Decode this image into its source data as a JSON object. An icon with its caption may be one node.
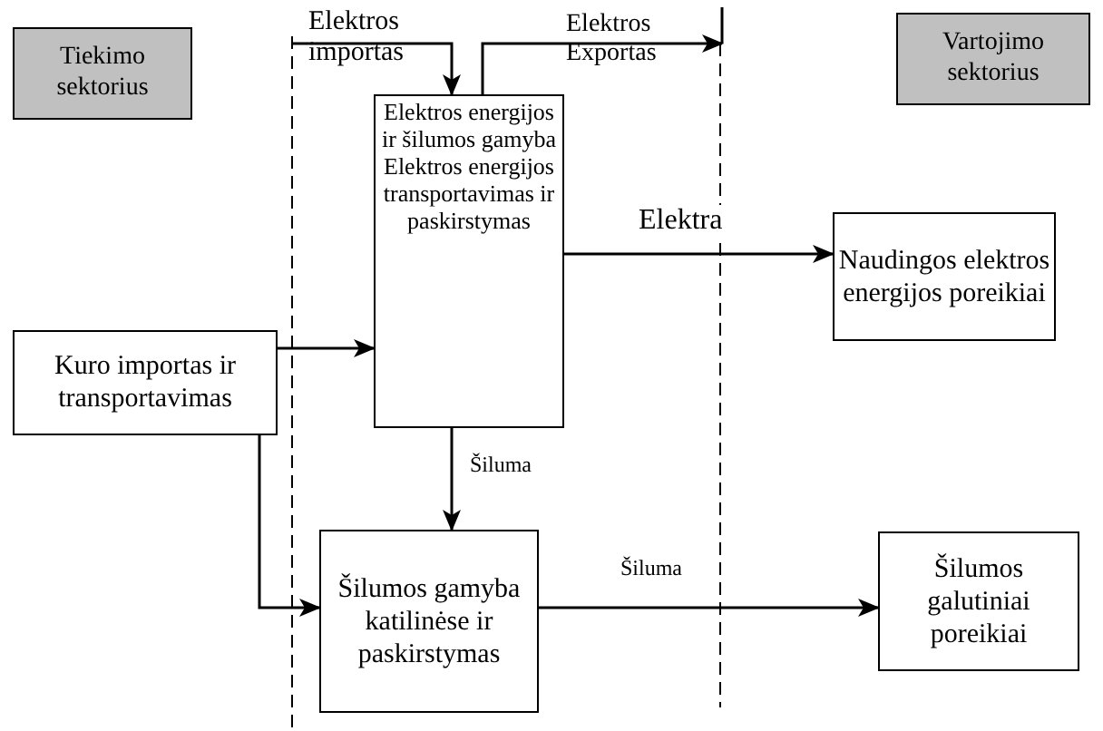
{
  "diagram": {
    "nodes": [
      {
        "text": [
          "Tiekimo sektorius"
        ]
      },
      {
        "text": [
          "Vartojimo sektorius"
        ]
      },
      {
        "text": [
          "Elektros energijos ir šilumos gamyba",
          "Elektros energijos transportavimas ir paskirstymas"
        ]
      },
      {
        "text": [
          "Naudingos elektros energijos poreikiai"
        ]
      },
      {
        "text": [
          "Kuro importas ir transportavimas"
        ]
      },
      {
        "text": [
          "Šilumos gamyba katilinėse ir paskirstymas"
        ]
      },
      {
        "text": [
          "Šilumos galutiniai poreikiai"
        ]
      }
    ],
    "edges": [
      {
        "from": null,
        "to": 2,
        "arrow": "to",
        "label": "Elektros importas"
      },
      {
        "from": 2,
        "to": null,
        "arrow": "to",
        "label": "Elektros Exportas"
      },
      {
        "from": 2,
        "to": 3,
        "arrow": "to",
        "label": "Elektra"
      },
      {
        "from": 4,
        "to": 2,
        "arrow": "to"
      },
      {
        "from": 4,
        "to": 5,
        "arrow": "to"
      },
      {
        "from": 2,
        "to": 5,
        "arrow": "to",
        "label": "Šiluma"
      },
      {
        "from": 5,
        "to": 6,
        "arrow": "to",
        "label": "Šiluma"
      }
    ]
  }
}
